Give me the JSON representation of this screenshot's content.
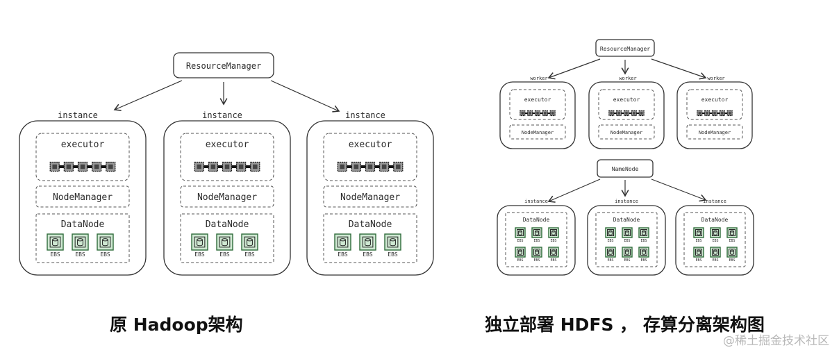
{
  "left_diagram": {
    "resource_manager": "ResourceManager",
    "instances": [
      {
        "label": "instance",
        "executor": "executor",
        "node_manager": "NodeManager",
        "data_node": "DataNode",
        "ebs": [
          "EBS",
          "EBS",
          "EBS"
        ]
      },
      {
        "label": "instance",
        "executor": "executor",
        "node_manager": "NodeManager",
        "data_node": "DataNode",
        "ebs": [
          "EBS",
          "EBS",
          "EBS"
        ]
      },
      {
        "label": "instance",
        "executor": "executor",
        "node_manager": "NodeManager",
        "data_node": "DataNode",
        "ebs": [
          "EBS",
          "EBS",
          "EBS"
        ]
      }
    ],
    "caption": "原 Hadoop架构"
  },
  "right_diagram": {
    "resource_manager": "ResourceManager",
    "workers": [
      {
        "label": "worker",
        "executor": "executor",
        "node_manager": "NodeManager"
      },
      {
        "label": "worker",
        "executor": "executor",
        "node_manager": "NodeManager"
      },
      {
        "label": "worker",
        "executor": "executor",
        "node_manager": "NodeManager"
      }
    ],
    "name_node": "NameNode",
    "instances": [
      {
        "label": "instance",
        "data_node": "DataNode",
        "ebs": [
          "EBS",
          "EBS",
          "EBS",
          "EBS",
          "EBS",
          "EBS"
        ]
      },
      {
        "label": "instance",
        "data_node": "DataNode",
        "ebs": [
          "EBS",
          "EBS",
          "EBS",
          "EBS",
          "EBS",
          "EBS"
        ]
      },
      {
        "label": "instance",
        "data_node": "DataNode",
        "ebs": [
          "EBS",
          "EBS",
          "EBS",
          "EBS",
          "EBS",
          "EBS"
        ]
      }
    ],
    "caption": "独立部署 HDFS ， 存算分离架构图"
  },
  "watermark": "@稀土掘金技术社区",
  "colors": {
    "ink": "#333333",
    "dash": "#555555",
    "ebs_fill": "#cfe8d2",
    "ebs_stroke": "#2f6b3a"
  }
}
